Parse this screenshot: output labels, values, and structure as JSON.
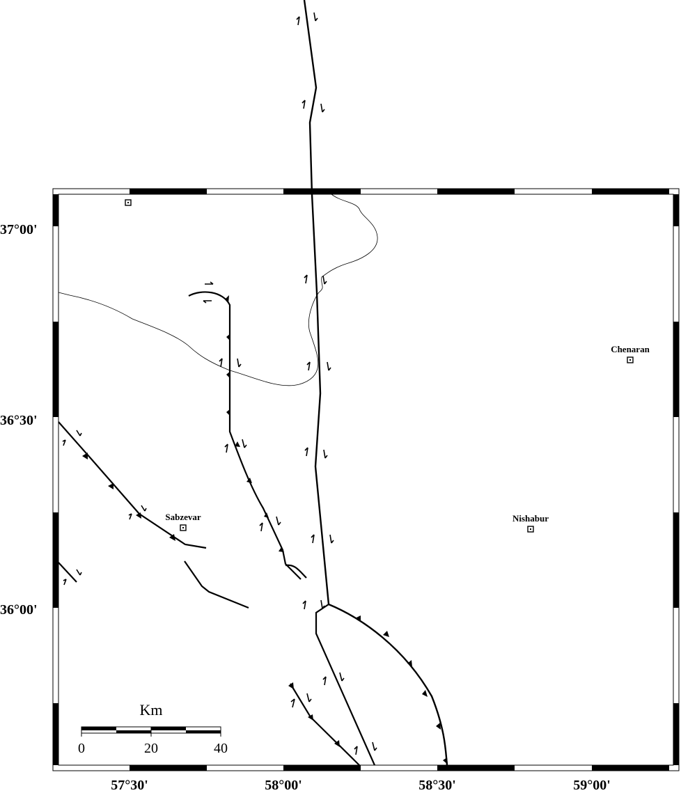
{
  "map": {
    "lat_labels": [
      "37°00'",
      "36°30'",
      "36°00'"
    ],
    "lon_labels": [
      "57°30'",
      "58°00'",
      "58°30'",
      "59°00'"
    ],
    "cities": [
      {
        "name": "Sabzevar"
      },
      {
        "name": "Nishabur"
      },
      {
        "name": "Chenaran"
      },
      {
        "name": ""
      }
    ],
    "scale_bar": {
      "unit": "Km",
      "ticks": [
        "0",
        "20",
        "40"
      ]
    },
    "colors": {
      "line": "#000000",
      "background": "#ffffff"
    }
  }
}
